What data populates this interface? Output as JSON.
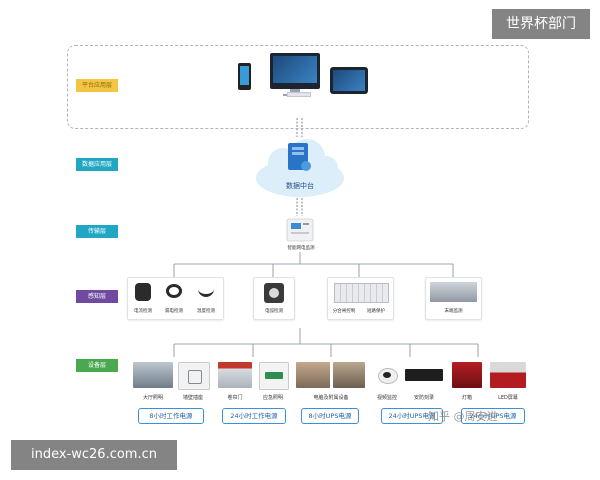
{
  "banners": {
    "top_right": "世界杯部门",
    "bottom_left": "index-wc26.com.cn",
    "watermark": "知乎 @周安进"
  },
  "layers": {
    "platform": "平台应用层",
    "data_application": "数据应用层",
    "transport": "传输层",
    "sensing": "感知层",
    "device": "设备层"
  },
  "center": {
    "cloud_label": "数据中台",
    "gateway_label": "智能网电监测"
  },
  "sensing_cards": [
    {
      "labels": [
        "电流检测",
        "漏电检测",
        "温度检测"
      ]
    },
    {
      "labels": [
        "电弧检测"
      ]
    },
    {
      "labels": [
        "分合闸控制",
        "短路保护"
      ]
    },
    {
      "labels": [
        "末端监测"
      ]
    }
  ],
  "device_items": [
    "大厅照明",
    "墙壁插座",
    "卷帘门",
    "应急照明",
    "电脑及附属设备",
    "视频监控",
    "安防刻录",
    "灯箱",
    "LED屏幕"
  ],
  "power_groups": [
    "8小时工作电源",
    "24小时工作电源",
    "8小时UPS电源",
    "24小时UPS电源",
    "24小时UPS电源"
  ],
  "colors": {
    "platform_tag": "#f4c542",
    "data_tag": "#21a7c4",
    "sensing_tag": "#6f4aa0",
    "device_tag": "#4aa84f",
    "connector": "#7d8a96",
    "badge_border": "#3d8fd6"
  }
}
